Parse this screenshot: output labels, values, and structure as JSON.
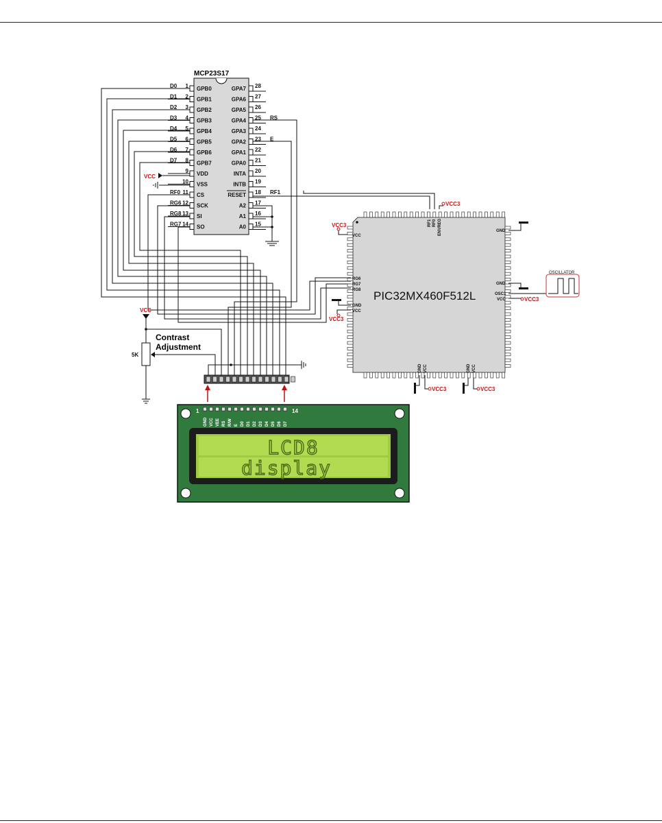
{
  "expander": {
    "name": "MCP23S17",
    "left_pins": [
      {
        "num": "1",
        "name": "GPB0",
        "net": "D0"
      },
      {
        "num": "2",
        "name": "GPB1",
        "net": "D1"
      },
      {
        "num": "3",
        "name": "GPB2",
        "net": "D2"
      },
      {
        "num": "4",
        "name": "GPB3",
        "net": "D3"
      },
      {
        "num": "5",
        "name": "GPB4",
        "net": "D4"
      },
      {
        "num": "6",
        "name": "GPB5",
        "net": "D5"
      },
      {
        "num": "7",
        "name": "GPB6",
        "net": "D6"
      },
      {
        "num": "8",
        "name": "GPB7",
        "net": "D7"
      },
      {
        "num": "9",
        "name": "VDD",
        "net": "VCC"
      },
      {
        "num": "10",
        "name": "VSS",
        "net": ""
      },
      {
        "num": "11",
        "name": "CS",
        "net": "RF0"
      },
      {
        "num": "12",
        "name": "SCK",
        "net": "RG6"
      },
      {
        "num": "13",
        "name": "SI",
        "net": "RG8"
      },
      {
        "num": "14",
        "name": "SO",
        "net": "RG7"
      }
    ],
    "right_pins": [
      {
        "num": "28",
        "name": "GPA7",
        "net": ""
      },
      {
        "num": "27",
        "name": "GPA6",
        "net": ""
      },
      {
        "num": "26",
        "name": "GPA5",
        "net": ""
      },
      {
        "num": "25",
        "name": "GPA4",
        "net": "RS"
      },
      {
        "num": "24",
        "name": "GPA3",
        "net": ""
      },
      {
        "num": "23",
        "name": "GPA2",
        "net": "E"
      },
      {
        "num": "22",
        "name": "GPA1",
        "net": ""
      },
      {
        "num": "21",
        "name": "GPA0",
        "net": ""
      },
      {
        "num": "20",
        "name": "INTA",
        "net": ""
      },
      {
        "num": "19",
        "name": "INTB",
        "net": ""
      },
      {
        "num": "18",
        "name": "RESET",
        "net": "RF1"
      },
      {
        "num": "17",
        "name": "A2",
        "net": ""
      },
      {
        "num": "16",
        "name": "A1",
        "net": ""
      },
      {
        "num": "15",
        "name": "A0",
        "net": ""
      }
    ]
  },
  "mcu": {
    "name": "PIC32MX460F512L",
    "top_pins": [
      "RF1",
      "RF0",
      "ENVREG"
    ],
    "top_vcc": "VCC3",
    "left_pins": {
      "vcc_top": "VCC",
      "rg6": "RG6",
      "rg7": "RG7",
      "rg8": "RG8",
      "gnd": "GND",
      "vcc_bot": "VCC"
    },
    "left_vcc_top": "VCC3",
    "left_vcc_bot": "VCC3",
    "right_pins": {
      "gnd_top": "GND",
      "gnd": "GND",
      "osc1": "OSC1",
      "vcc": "VCC"
    },
    "right_vcc": "VCC3",
    "bottom_pins": [
      "GND",
      "VCC",
      "GND",
      "VCC"
    ],
    "bottom_vcc": [
      "VCC3",
      "VCC3"
    ]
  },
  "oscillator": {
    "label": "OSCILLATOR"
  },
  "potentiometer": {
    "supply": "VCC",
    "value": "5K",
    "label_line1": "Contrast",
    "label_line2": "Adjustment"
  },
  "lcd": {
    "pin_first": "1",
    "pin_last": "14",
    "pins": [
      "GND",
      "VCC",
      "VEE",
      "RS",
      "R/W",
      "E",
      "D0",
      "D1",
      "D2",
      "D3",
      "D4",
      "D5",
      "D6",
      "D7"
    ],
    "line1": "LCD8",
    "line2": "display"
  },
  "colors": {
    "pcb": "#2f7a3c",
    "lcd_bezel": "#1c1c1c",
    "lcd_screen": "#a9d648",
    "lcd_text": "#3e5a10",
    "vcc_red": "#d01010",
    "chip": "#d9d9d9"
  }
}
